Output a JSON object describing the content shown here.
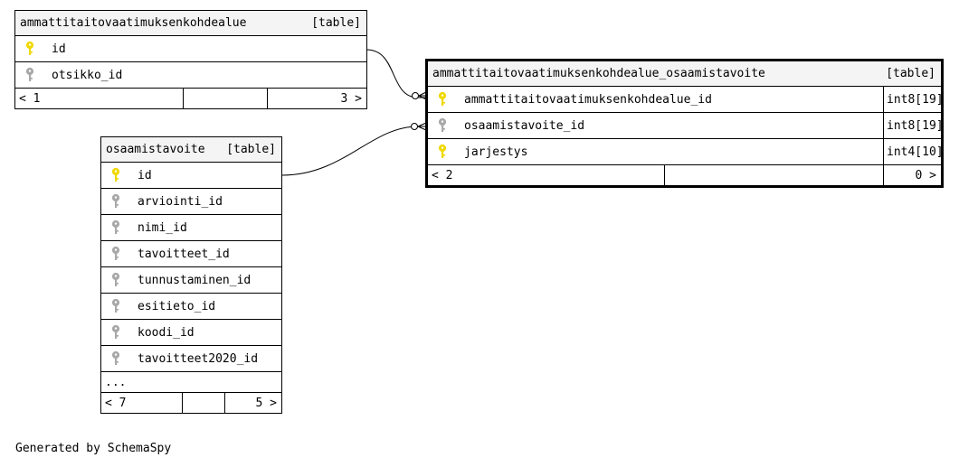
{
  "tables": {
    "t1": {
      "name": "ammattitaitovaatimuksenkohdealue",
      "kind": "[table]",
      "columns": [
        {
          "name": "id",
          "key": "primary"
        },
        {
          "name": "otsikko_id",
          "key": "foreign"
        }
      ],
      "footer": {
        "parents": "< 1",
        "children": "3 >"
      }
    },
    "t2": {
      "name": "ammattitaitovaatimuksenkohdealue_osaamistavoite",
      "kind": "[table]",
      "columns": [
        {
          "name": "ammattitaitovaatimuksenkohdealue_id",
          "type": "int8[19]",
          "key": "primary"
        },
        {
          "name": "osaamistavoite_id",
          "type": "int8[19]",
          "key": "foreign"
        },
        {
          "name": "jarjestys",
          "type": "int4[10]",
          "key": "primary"
        }
      ],
      "footer": {
        "parents": "< 2",
        "children": "0 >"
      }
    },
    "t3": {
      "name": "osaamistavoite",
      "kind": "[table]",
      "columns": [
        {
          "name": "id",
          "key": "primary"
        },
        {
          "name": "arviointi_id",
          "key": "foreign"
        },
        {
          "name": "nimi_id",
          "key": "foreign"
        },
        {
          "name": "tavoitteet_id",
          "key": "foreign"
        },
        {
          "name": "tunnustaminen_id",
          "key": "foreign"
        },
        {
          "name": "esitieto_id",
          "key": "foreign"
        },
        {
          "name": "koodi_id",
          "key": "foreign"
        },
        {
          "name": "tavoitteet2020_id",
          "key": "foreign"
        }
      ],
      "more": "...",
      "footer": {
        "parents": "< 7",
        "children": "5 >"
      }
    }
  },
  "key_colors": {
    "primary": "#f0d800",
    "foreign": "#a8a8a8"
  },
  "generated_by": "Generated by SchemaSpy"
}
